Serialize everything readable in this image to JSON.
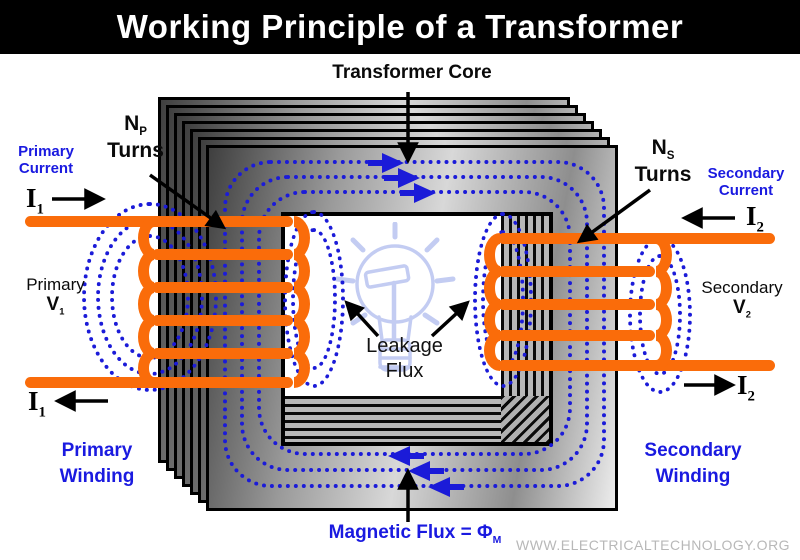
{
  "title": "Working Principle of a Transformer",
  "watermark": "WWW.ELECTRICALTECHNOLOGY.ORG",
  "core": {
    "label": "Transformer Core",
    "magnetic_flux_label": "Magnetic Flux = Φ",
    "magnetic_flux_sub": "M",
    "leakage_line1": "Leakage",
    "leakage_line2": "Flux"
  },
  "primary": {
    "turns_letter": "N",
    "turns_sub": "P",
    "turns_word": "Turns",
    "current_line1": "Primary",
    "current_line2": "Current",
    "current_symbol": "I",
    "current_sub": "1",
    "side_label": "Primary",
    "voltage_symbol": "V",
    "voltage_sub": "1",
    "winding_line1": "Primary",
    "winding_line2": "Winding"
  },
  "secondary": {
    "turns_letter": "N",
    "turns_sub": "S",
    "turns_word": "Turns",
    "current_line1": "Secondary",
    "current_line2": "Current",
    "current_symbol": "I",
    "current_sub": "2",
    "side_label": "Secondary",
    "voltage_symbol": "V",
    "voltage_sub": "2",
    "winding_line1": "Secondary",
    "winding_line2": "Winding"
  },
  "colors": {
    "wire_orange": "#fa6c0a",
    "flux_blue": "#1b1bd8",
    "label_blue": "#1a1ae0",
    "bulb_outline": "#c3ccf2",
    "banner_black": "#000000"
  }
}
